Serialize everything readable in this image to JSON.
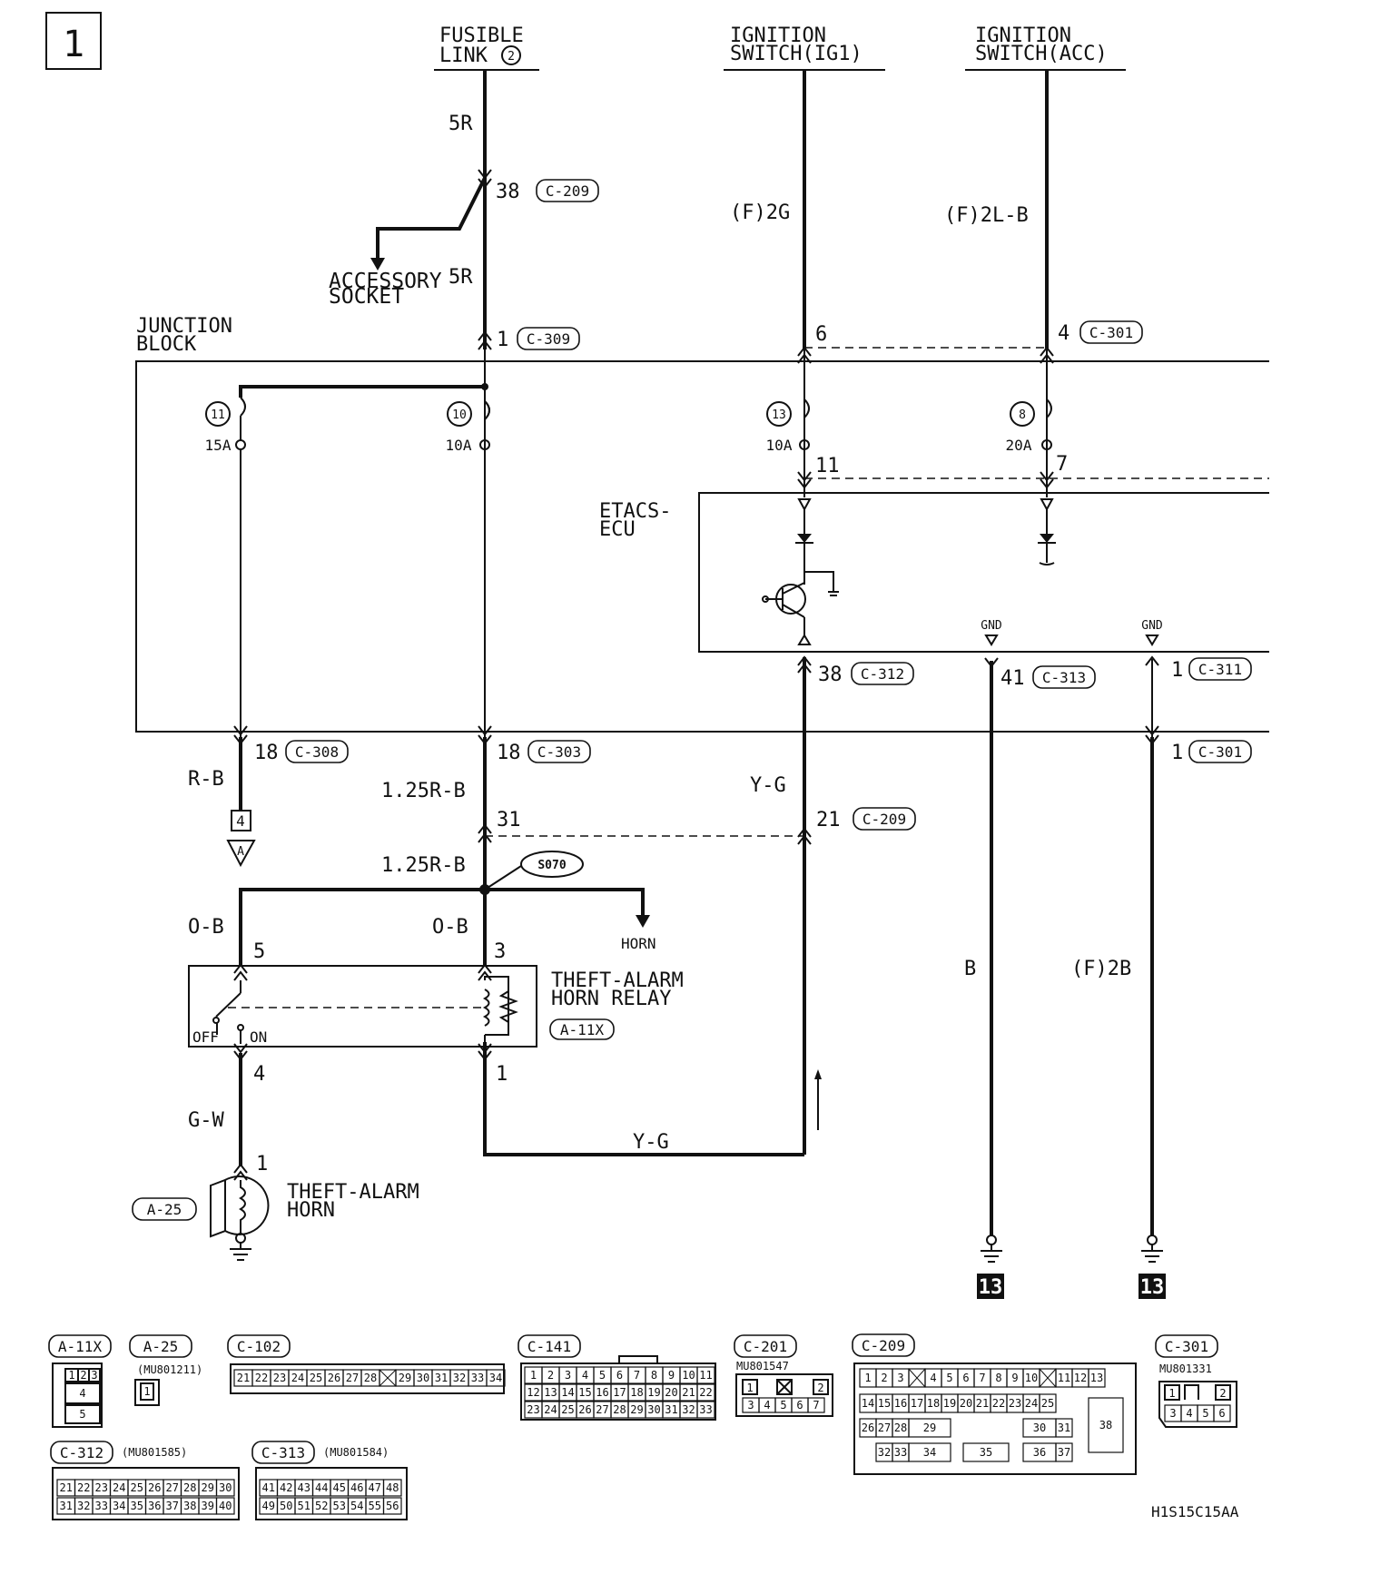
{
  "page_marker": "1",
  "sources": {
    "fusible_link": {
      "line1": "FUSIBLE",
      "line2": "LINK",
      "num": "2"
    },
    "ign_ig1": {
      "line1": "IGNITION",
      "line2": "SWITCH(IG1)"
    },
    "ign_acc": {
      "line1": "IGNITION",
      "line2": "SWITCH(ACC)"
    }
  },
  "wires": {
    "w5r_top": "5R",
    "w5r_mid": "5R",
    "w_f2g": "(F)2G",
    "w_f2lb": "(F)2L-B",
    "w_rb": "R-B",
    "w_125rb_1": "1.25R-B",
    "w_125rb_2": "1.25R-B",
    "w_yg_1": "Y-G",
    "w_ob_1": "O-B",
    "w_ob_2": "O-B",
    "w_gw": "G-W",
    "w_yg_2": "Y-G",
    "w_b": "B",
    "w_f2b": "(F)2B"
  },
  "pins": {
    "p38_c209": "38",
    "c209_a": "C-209",
    "p1_c309": "1",
    "c309": "C-309",
    "p6": "6",
    "p4_c301": "4",
    "c301_a": "C-301",
    "p11": "11",
    "p7": "7",
    "p38_c312": "38",
    "c312": "C-312",
    "p41_c313": "41",
    "c313": "C-313",
    "p1_c311": "1",
    "c311": "C-311",
    "p18_c308": "18",
    "c308": "C-308",
    "p18_c303": "18",
    "c303": "C-303",
    "p1_c301": "1",
    "c301_b": "C-301",
    "p31": "31",
    "p21_c209": "21",
    "c209_b": "C-209",
    "p5": "5",
    "p3": "3",
    "p4": "4",
    "p1_relay": "1",
    "p1_horn": "1"
  },
  "junction_block": {
    "line1": "JUNCTION",
    "line2": "BLOCK"
  },
  "fuses": [
    {
      "num": "11",
      "amp": "15A"
    },
    {
      "num": "10",
      "amp": "10A"
    },
    {
      "num": "13",
      "amp": "10A"
    },
    {
      "num": "8",
      "amp": "20A"
    }
  ],
  "etacs": {
    "line1": "ETACS-",
    "line2": "ECU",
    "gnd1": "GND",
    "gnd2": "GND"
  },
  "accessory": {
    "line1": "ACCESSORY",
    "line2": "SOCKET"
  },
  "connector_a": {
    "box": "4",
    "tri": "A"
  },
  "splice": "S070",
  "horn_ref": "HORN",
  "relay": {
    "line1": "THEFT-ALARM",
    "line2": "HORN RELAY",
    "code": "A-11X",
    "off": "OFF",
    "on": "ON"
  },
  "horn": {
    "line1": "THEFT-ALARM",
    "line2": "HORN",
    "code": "A-25"
  },
  "ground_ref": [
    "13",
    "13"
  ],
  "connectors": {
    "a11x": {
      "label": "A-11X",
      "cells": [
        "1",
        "2",
        "3",
        "4",
        "5"
      ]
    },
    "a25": {
      "label": "A-25",
      "part": "(MU801211)",
      "cells": [
        "1"
      ]
    },
    "c102": {
      "label": "C-102",
      "cells": [
        "21",
        "22",
        "23",
        "24",
        "25",
        "26",
        "27",
        "28",
        "29",
        "30",
        "31",
        "32",
        "33",
        "34"
      ]
    },
    "c141": {
      "label": "C-141",
      "rows": [
        [
          "1",
          "2",
          "3",
          "4",
          "5",
          "6",
          "7",
          "8",
          "9",
          "10",
          "11"
        ],
        [
          "12",
          "13",
          "14",
          "15",
          "16",
          "17",
          "18",
          "19",
          "20",
          "21",
          "22"
        ],
        [
          "23",
          "24",
          "25",
          "26",
          "27",
          "28",
          "29",
          "30",
          "31",
          "32",
          "33"
        ]
      ]
    },
    "c201": {
      "label": "C-201",
      "part": "MU801547",
      "rows": [
        [
          "1",
          "2"
        ],
        [
          "3",
          "4",
          "5",
          "6",
          "7"
        ]
      ]
    },
    "c209": {
      "label": "C-209",
      "rows": [
        [
          "1",
          "2",
          "3",
          "4",
          "5",
          "6",
          "7",
          "8",
          "9",
          "10",
          "11",
          "12",
          "13"
        ],
        [
          "14",
          "15",
          "16",
          "17",
          "18",
          "19",
          "20",
          "21",
          "22",
          "23",
          "24",
          "25"
        ],
        [
          "26",
          "27",
          "28",
          "29",
          "30",
          "31",
          "38"
        ],
        [
          "32",
          "33",
          "34",
          "35",
          "36",
          "37"
        ]
      ]
    },
    "c301": {
      "label": "C-301",
      "part": "MU801331",
      "rows": [
        [
          "1",
          "2"
        ],
        [
          "3",
          "4",
          "5",
          "6"
        ]
      ]
    },
    "c312": {
      "label": "C-312",
      "part": "(MU801585)",
      "rows": [
        [
          "21",
          "22",
          "23",
          "24",
          "25",
          "26",
          "27",
          "28",
          "29",
          "30"
        ],
        [
          "31",
          "32",
          "33",
          "34",
          "35",
          "36",
          "37",
          "38",
          "39",
          "40"
        ]
      ]
    },
    "c313": {
      "label": "C-313",
      "part": "(MU801584)",
      "rows": [
        [
          "41",
          "42",
          "43",
          "44",
          "45",
          "46",
          "47",
          "48"
        ],
        [
          "49",
          "50",
          "51",
          "52",
          "53",
          "54",
          "55",
          "56"
        ]
      ]
    }
  },
  "figure_code": "H1S15C15AA"
}
